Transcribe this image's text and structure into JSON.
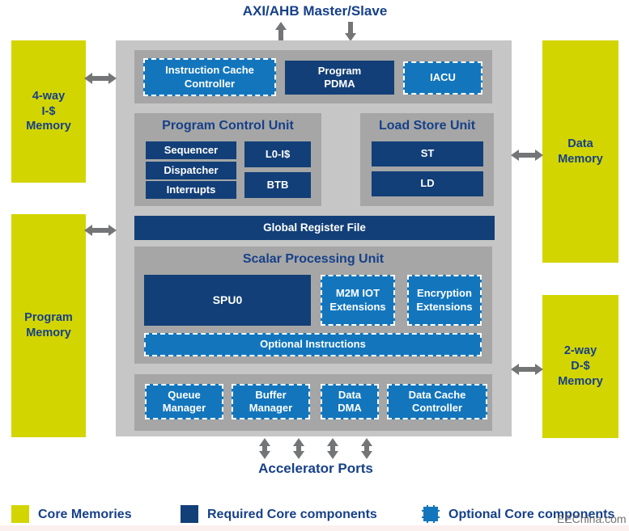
{
  "colors": {
    "navy": "#123f78",
    "blue": "#1376bd",
    "yellow": "#d3d501",
    "title-blue": "#16408a",
    "container-gray": "#c5c6c5",
    "panel-gray": "#a5a6a5",
    "arrow-gray": "#747576",
    "strip-pink": "#fbf0ee"
  },
  "top": {
    "title": "AXI/AHB Master/Slave"
  },
  "core": {
    "top_row": {
      "icc": "Instruction Cache\nController",
      "pdma": "Program\nPDMA",
      "iacu": "IACU"
    },
    "pcu": {
      "title": "Program Control Unit",
      "rows": [
        "Sequencer",
        "Dispatcher",
        "Interrupts"
      ],
      "side": [
        "L0-I$",
        "BTB"
      ]
    },
    "lsu": {
      "title": "Load Store Unit",
      "items": [
        "ST",
        "LD"
      ]
    },
    "grf": "Global Register File",
    "spu": {
      "title": "Scalar Processing Unit",
      "main": "SPU0",
      "m2m": "M2M IOT\nExtensions",
      "enc": "Encryption\nExtensions",
      "optional": "Optional Instructions"
    },
    "bottom_row": [
      "Queue\nManager",
      "Buffer\nManager",
      "Data\nDMA",
      "Data Cache\nController"
    ]
  },
  "memories": {
    "icache": "4-way\nI-$\nMemory",
    "program": "Program\nMemory",
    "data": "Data\nMemory",
    "dcache": "2-way\nD-$\nMemory"
  },
  "bottom": {
    "title": "Accelerator Ports"
  },
  "legend": {
    "memories": "Core Memories",
    "required": "Required Core components",
    "optional": "Optional Core components"
  },
  "watermark": "EEChina.com"
}
